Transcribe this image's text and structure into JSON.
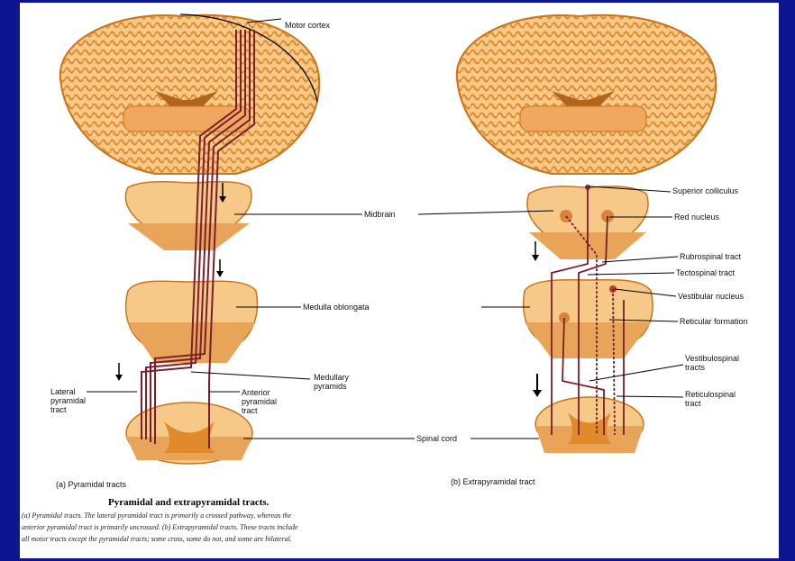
{
  "labels": {
    "motor_cortex": "Motor cortex",
    "midbrain": "Midbrain",
    "medulla_oblongata": "Medulla oblongata",
    "medullary_pyramids": [
      "Medullary",
      "pyramids"
    ],
    "lateral_pyramidal_tract": [
      "Lateral",
      "pyramidal",
      "tract"
    ],
    "anterior_pyramidal_tract": [
      "Anterior",
      "pyramidal",
      "tract"
    ],
    "spinal_cord": "Spinal cord",
    "superior_colliculus": "Superior colliculus",
    "red_nucleus": "Red nucleus",
    "rubrospinal_tract": "Rubrospinal tract",
    "tectospinal_tract": "Tectospinal tract",
    "vestibular_nucleus": "Vestibular nucleus",
    "reticular_formation": "Reticular formation",
    "vestibulospinal_tracts": [
      "Vestibulospinal",
      "tracts"
    ],
    "reticulospinal_tract": [
      "Reticulospinal",
      "tract"
    ]
  },
  "panels": {
    "a_caption": "(a) Pyramidal tracts",
    "b_caption": "(b) Extrapyramidal tract"
  },
  "caption": {
    "title": "Pyramidal and extrapyramidal tracts.",
    "lines": [
      "(a) Pyramidal tracts. The lateral pyramidal tract is primarily a crossed pathway, whereas the",
      "anterior pyramidal tract is primarily uncrossed. (b) Extrapyramidal tracts. These tracts include",
      "all motor tracts except the pyramidal tracts; some cross, some do not, and some are bilateral."
    ]
  },
  "colors": {
    "frame": "#0e1590",
    "tissue": "#f6c988",
    "gray_matter": "#e08a2c",
    "tract": "#7a1f2b",
    "background": "#ffffff"
  }
}
